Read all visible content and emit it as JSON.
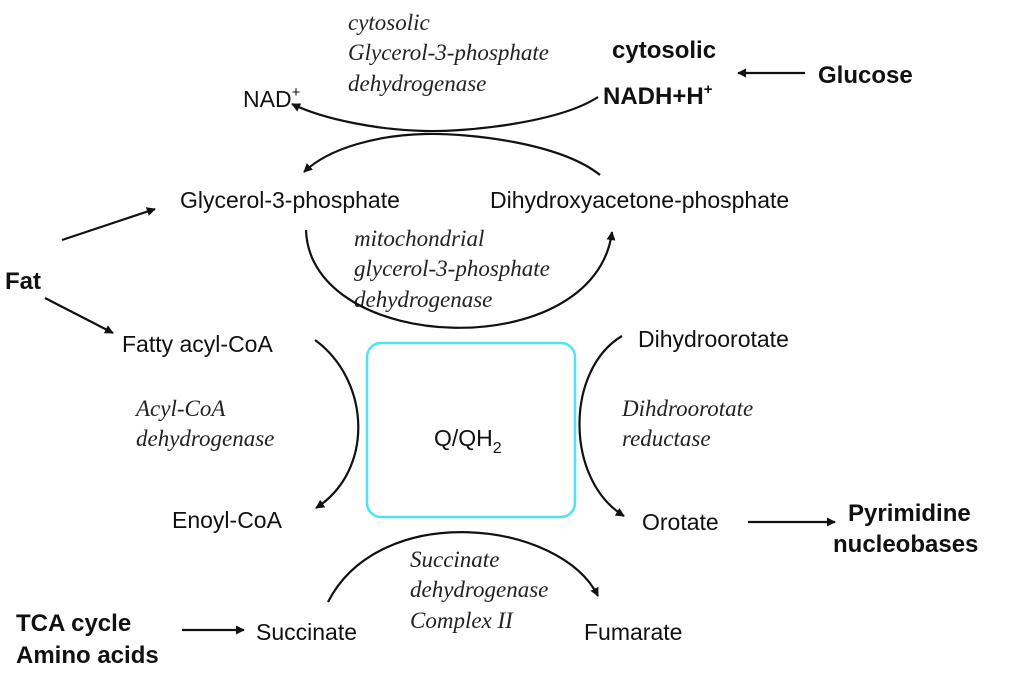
{
  "labels": {
    "cytosolic_enzyme_l1": "cytosolic",
    "cytosolic_enzyme_l2": "Glycerol-3-phosphate",
    "cytosolic_enzyme_l3": "dehydrogenase",
    "cytosolic_nadh_l1": "cytosolic",
    "cytosolic_nadh_l2": "NADH+H",
    "cytosolic_nadh_sup": "+",
    "glucose": "Glucose",
    "nad": "NAD",
    "nad_sup": "+",
    "glycerol3p": "Glycerol-3-phosphate",
    "dhap": "Dihydroxyacetone-phosphate",
    "mito_enzyme_l1": "mitochondrial",
    "mito_enzyme_l2": "glycerol-3-phosphate",
    "mito_enzyme_l3": "dehydrogenase",
    "fat": "Fat",
    "fatty_acyl_coa": "Fatty acyl-CoA",
    "acyl_enzyme_l1": "Acyl-CoA",
    "acyl_enzyme_l2": "dehydrogenase",
    "enoyl_coa": "Enoyl-CoA",
    "q_pool": "Q/QH",
    "q_pool_sub": "2",
    "dihydroorotate": "Dihydroorotate",
    "dho_enzyme_l1": "Dihdroorotate",
    "dho_enzyme_l2": "reductase",
    "orotate": "Orotate",
    "pyrimidine_l1": "Pyrimidine",
    "pyrimidine_l2": "nucleobases",
    "succ_enzyme_l1": "Succinate",
    "succ_enzyme_l2": "dehydrogenase",
    "succ_enzyme_l3": "Complex II",
    "succinate": "Succinate",
    "fumarate": "Fumarate",
    "tca_l1": "TCA cycle",
    "tca_l2": "Amino acids"
  },
  "colors": {
    "q_box_border": "#4fe3f0",
    "ink": "#111111"
  }
}
